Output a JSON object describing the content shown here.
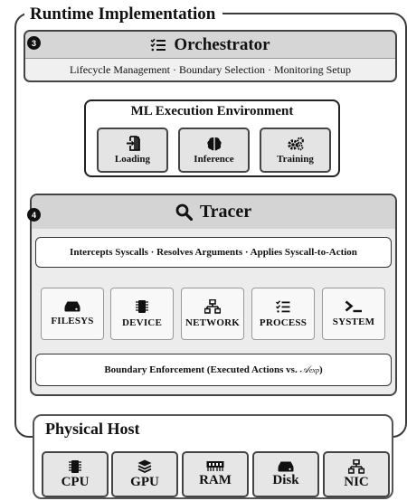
{
  "runtime": {
    "title": "Runtime Implementation"
  },
  "orchestrator": {
    "step": "3",
    "title": "Orchestrator",
    "icon": "list-check-icon",
    "subtitle": "Lifecycle Management · Boundary Selection · Monitoring Setup"
  },
  "ml_env": {
    "title": "ML Execution Environment",
    "items": [
      {
        "label": "Loading",
        "icon": "file-import-icon"
      },
      {
        "label": "Inference",
        "icon": "brain-icon"
      },
      {
        "label": "Training",
        "icon": "gears-icon"
      }
    ]
  },
  "tracer": {
    "step": "4",
    "title": "Tracer",
    "icon": "search-icon",
    "intercept": "Intercepts Syscalls · Resolves Arguments · Applies Syscall-to-Action",
    "categories": [
      {
        "label": "FILESYS",
        "icon": "hard-drive-icon"
      },
      {
        "label": "DEVICE",
        "icon": "chip-icon"
      },
      {
        "label": "NETWORK",
        "icon": "network-icon"
      },
      {
        "label": "PROCESS",
        "icon": "list-check-icon"
      },
      {
        "label": "SYSTEM",
        "icon": "terminal-icon"
      }
    ],
    "enforcement": "Boundary Enforcement (Executed Actions vs.",
    "enforcement_symbol": "𝒜",
    "enforcement_sub": "exp",
    "enforcement_close": ")"
  },
  "host": {
    "title": "Physical Host",
    "items": [
      {
        "label": "CPU",
        "icon": "chip-icon"
      },
      {
        "label": "GPU",
        "icon": "layers-icon"
      },
      {
        "label": "RAM",
        "icon": "memory-icon"
      },
      {
        "label": "Disk",
        "icon": "hard-drive-icon"
      },
      {
        "label": "NIC",
        "icon": "network-icon"
      }
    ]
  }
}
